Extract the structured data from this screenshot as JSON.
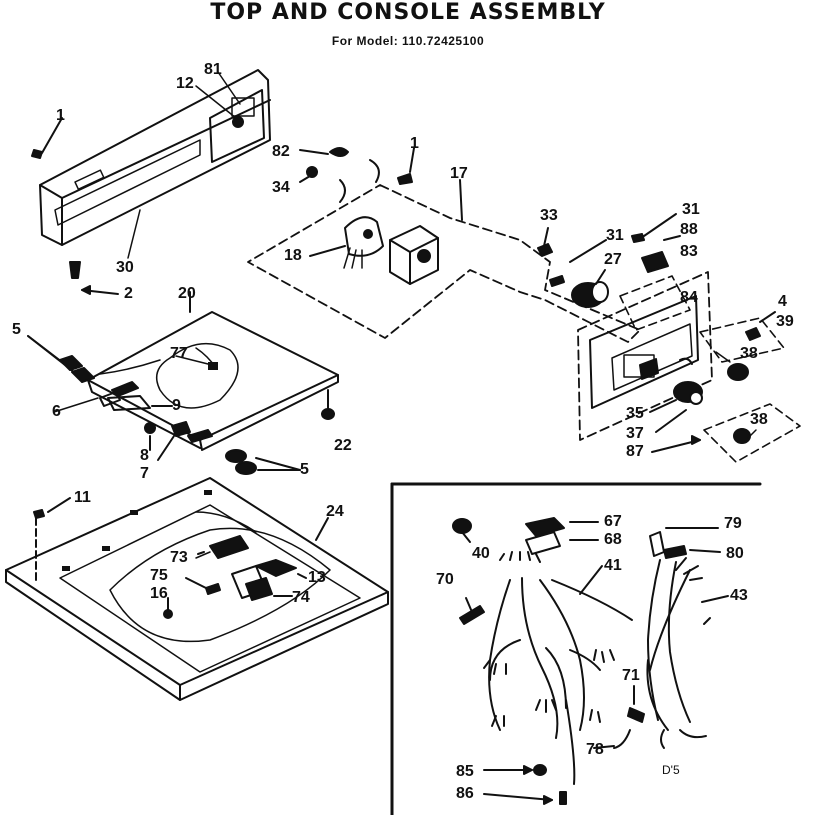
{
  "title": "TOP AND CONSOLE ASSEMBLY",
  "subtitle": "For Model:  110.72425100",
  "corner_mark": "D'5",
  "parts": [
    "1",
    "81",
    "12",
    "82",
    "1",
    "17",
    "34",
    "30",
    "2",
    "33",
    "31",
    "88",
    "18",
    "31",
    "27",
    "83",
    "20",
    "84",
    "4",
    "39",
    "5",
    "77",
    "38",
    "6",
    "9",
    "35",
    "37",
    "38",
    "8",
    "7",
    "22",
    "5",
    "87",
    "11",
    "24",
    "67",
    "79",
    "40",
    "68",
    "80",
    "73",
    "70",
    "41",
    "75",
    "13",
    "43",
    "16",
    "74",
    "71",
    "78",
    "85",
    "86"
  ]
}
